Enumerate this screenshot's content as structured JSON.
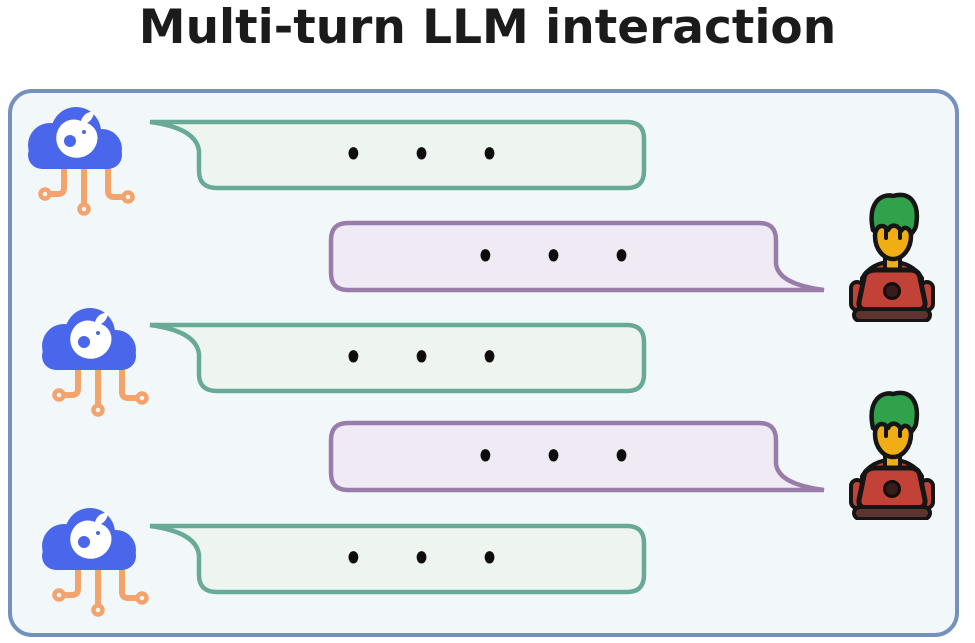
{
  "title": "Multi-turn LLM interaction",
  "colors": {
    "page_bg": "#ffffff",
    "title_color": "#1b1b1b",
    "panel_border": "#7490bd",
    "panel_bg": "#f2f8fa",
    "llm_bubble_border": "#68aa95",
    "llm_bubble_bg": "#eef5f1",
    "user_bubble_border": "#9a7cab",
    "user_bubble_bg": "#efeaf4",
    "dot_color": "#0d0d0d",
    "cloud_blue": "#4a66ea",
    "whale_white": "#ffffff",
    "circuit_orange": "#f4a36c",
    "hair_green": "#2fa24b",
    "face_yellow": "#f0ad14",
    "laptop_red": "#c24238",
    "laptop_base": "#5f332f",
    "icon_outline": "#151515"
  },
  "icons": {
    "llm": "ai-cloud-with-whale-logo-and-circuit-nodes",
    "user": "person-with-green-hair-at-red-laptop"
  },
  "conversation": {
    "messages": [
      {
        "speaker": "LLM",
        "content": "•••"
      },
      {
        "speaker": "User",
        "content": "•••"
      },
      {
        "speaker": "LLM",
        "content": "•••"
      },
      {
        "speaker": "User",
        "content": "•••"
      },
      {
        "speaker": "LLM",
        "content": "•••"
      }
    ]
  }
}
